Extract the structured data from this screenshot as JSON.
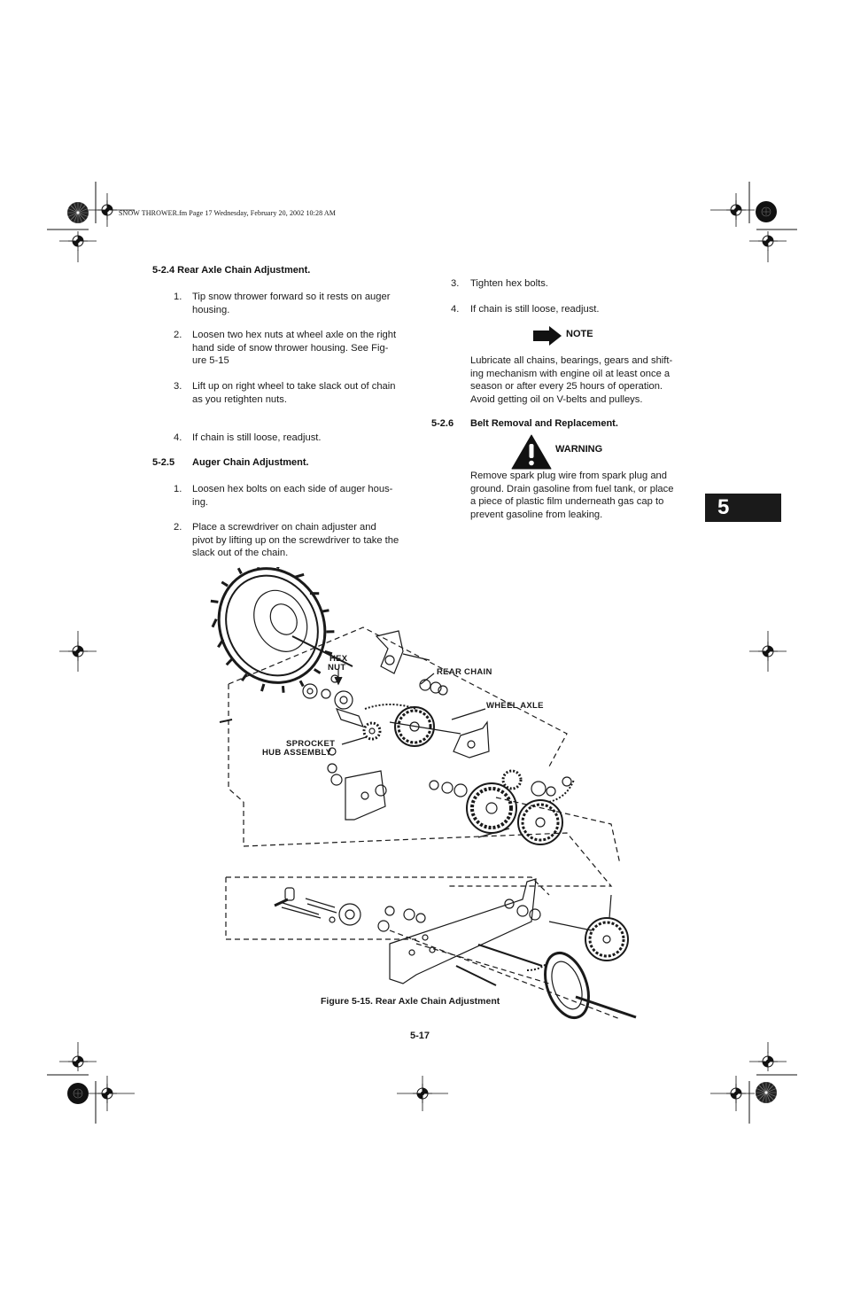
{
  "header": {
    "file_info": "SNOW THROWER.fm  Page 17  Wednesday, February 20, 2002  10:28 AM"
  },
  "left_column": {
    "section_524": {
      "heading": "5-2.4 Rear Axle Chain Adjustment.",
      "steps": [
        {
          "num": "1.",
          "lines": [
            "Tip snow thrower forward so it rests on auger",
            "housing."
          ]
        },
        {
          "num": "2.",
          "lines": [
            "Loosen two hex nuts at wheel axle on the right",
            "hand side of snow thrower housing. See Fig-",
            "ure 5-15"
          ]
        },
        {
          "num": "3.",
          "lines": [
            "Lift up on right wheel to take slack out of chain",
            "as you retighten nuts."
          ]
        },
        {
          "num": "4.",
          "lines": [
            "If chain is still loose, readjust."
          ]
        }
      ]
    },
    "section_525": {
      "number": "5-2.5",
      "title": "Auger Chain Adjustment.",
      "steps": [
        {
          "num": "1.",
          "lines": [
            "Loosen hex bolts on each side of auger hous-",
            "ing."
          ]
        },
        {
          "num": "2.",
          "lines": [
            "Place a screwdriver on chain adjuster and",
            "pivot by lifting up on the screwdriver to take the",
            "slack out of the chain."
          ]
        }
      ]
    }
  },
  "right_column": {
    "steps": [
      {
        "num": "3.",
        "text": "Tighten hex bolts."
      },
      {
        "num": "4.",
        "text": "If chain is still loose, readjust."
      }
    ],
    "note": {
      "label": "NOTE",
      "lines": [
        "Lubricate all chains, bearings, gears and shift-",
        "ing mechanism with engine oil at least once a",
        "season or after every 25 hours of operation.",
        "Avoid getting oil on V-belts and pulleys."
      ]
    },
    "section_526": {
      "number": "5-2.6",
      "title": "Belt Removal and Replacement."
    },
    "warning": {
      "label": "WARNING",
      "lines": [
        "Remove spark plug wire from spark plug and",
        "ground. Drain gasoline from fuel tank, or place",
        "a piece of plastic film underneath gas cap to",
        "prevent gasoline from leaking."
      ]
    }
  },
  "chapter_tab": "5",
  "figure": {
    "callouts": {
      "hex": "HEX",
      "nut": "NUT",
      "rear_chain": "REAR CHAIN",
      "wheel_axle": "WHEEL AXLE",
      "sprocket": "SPROCKET",
      "hub_assembly": "HUB ASSEMBLY"
    },
    "caption": "Figure 5-15. Rear Axle Chain Adjustment"
  },
  "page_number": "5-17",
  "colors": {
    "ink": "#1a1a1a",
    "tab_bg": "#1a1a1a",
    "tab_fg": "#ffffff"
  }
}
